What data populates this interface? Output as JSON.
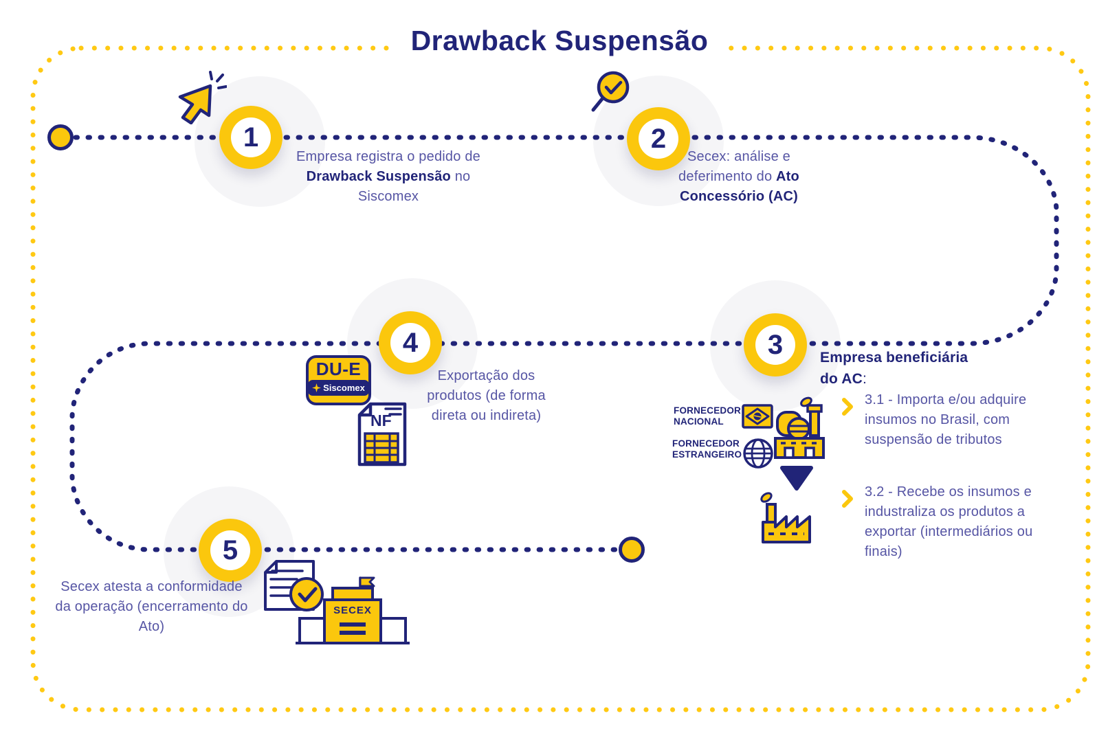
{
  "title": "Drawback Suspensão",
  "colors": {
    "navy": "#212478",
    "body_text": "#5655A4",
    "accent_yellow": "#FBC70D",
    "border_yellow": "#FFC913",
    "blob_gray": "#F5F5F7"
  },
  "steps": {
    "s1": {
      "number": "1",
      "line1": "Empresa registra o pedido de",
      "line2_bold": "Drawback Suspensão",
      "line2_rest": " no",
      "line3": "Siscomex"
    },
    "s2": {
      "number": "2",
      "line1": "Secex: análise e",
      "line2": "deferimento do ",
      "line2_bold": "Ato",
      "line3_bold": "Concessório (AC)"
    },
    "s3": {
      "number": "3",
      "heading_bold": "Empresa beneficiária do AC",
      "heading_suffix": ":",
      "item1": "3.1 - Importa e/ou adquire insumos no Brasil, com suspensão de tributos",
      "item2": "3.2 - Recebe os insumos e industraliza os produtos a exportar (intermediários ou finais)"
    },
    "s4": {
      "number": "4",
      "text": "Exportação dos produtos (de forma direta ou indireta)"
    },
    "s5": {
      "number": "5",
      "text": "Secex atesta a conformidade da operação (encerramento do Ato)"
    }
  },
  "labels": {
    "fornecedor_nacional": "FORNECEDOR NACIONAL",
    "fornecedor_estrangeiro": "FORNECEDOR ESTRANGEIRO",
    "due_title": "DU-E",
    "due_sub": "Siscomex",
    "nf": "NF",
    "secex": "SECEX"
  },
  "icons": {
    "step1": "cursor-click-icon",
    "step2": "magnifier-check-icon",
    "step3_supplier1": "brazil-flag-icon",
    "step3_supplier2": "globe-icon",
    "step3_company": "industrial-plant-icon",
    "step3_flow": "arrow-down-icon",
    "step3_factory": "factory-icon",
    "step4_badge": "due-siscomex-badge",
    "step4_doc": "nf-invoice-icon",
    "step5_doc": "document-check-icon",
    "step5_building": "secex-building-icon",
    "bullets": "chevron-right-icon"
  }
}
